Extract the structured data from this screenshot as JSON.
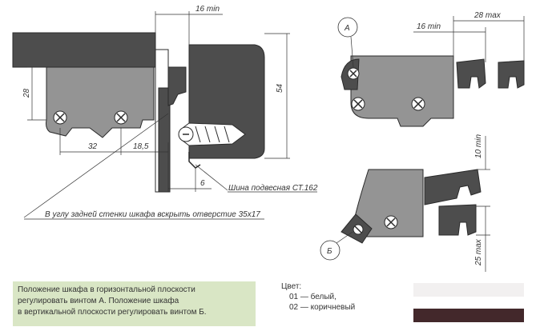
{
  "dimensions": {
    "d_16min_left": "16 min",
    "d_28_left": "28",
    "d_54": "54",
    "d_32": "32",
    "d_18_5": "18,5",
    "d_6": "6",
    "d_16min_right": "16 min",
    "d_28max": "28 max",
    "d_10min": "10 min",
    "d_25max": "25 max"
  },
  "callouts": {
    "screw_a": "А",
    "screw_b": "Б",
    "rail": "Шина подвесная СТ.162",
    "back_wall": "В углу задней стенки шкафа вскрыть отверстие 35х17"
  },
  "note": {
    "lines": [
      "Положение шкафа в горизонтальной плоскости",
      "регулировать винтом А. Положение шкафа",
      "в вертикальной плоскости регулировать винтом Б."
    ]
  },
  "colors": {
    "title": "Цвет:",
    "items": [
      {
        "label": "01 — белый,",
        "swatch": "#f2f0f0"
      },
      {
        "label": "02 — коричневый",
        "swatch": "#43282b"
      }
    ]
  },
  "palette": {
    "body_fill": "#949494",
    "dark_fill": "#4d4d4d",
    "outline": "#2a2a2a",
    "note_bg": "#d9e6c5"
  }
}
